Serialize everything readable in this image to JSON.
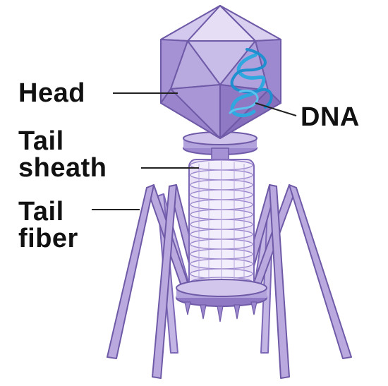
{
  "labels": {
    "head": "Head",
    "dna": "DNA",
    "tail_sheath_line1": "Tail",
    "tail_sheath_line2": "sheath",
    "tail_fiber_line1": "Tail",
    "tail_fiber_line2": "fiber"
  },
  "colors": {
    "capsid_light": "#c9bbe6",
    "capsid_mid": "#ab98d6",
    "capsid_dark": "#8f78c4",
    "outline": "#6f5aa8",
    "dna": "#2fa8e0",
    "leader_line": "#222222"
  },
  "icons": [
    "bacteriophage-illustration"
  ]
}
